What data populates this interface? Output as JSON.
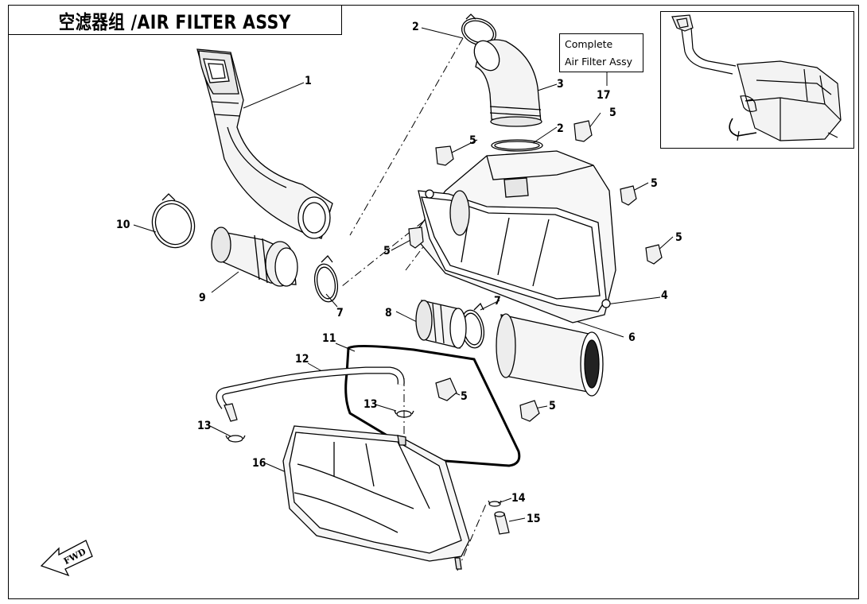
{
  "title": "空滤器组 /AIR FILTER ASSY",
  "note": {
    "line1": "Complete",
    "line2": "Air Filter Assy"
  },
  "fwd_label": "FWD",
  "callouts": {
    "c1": "1",
    "c2a": "2",
    "c2b": "2",
    "c3": "3",
    "c4": "4",
    "c5a": "5",
    "c5b": "5",
    "c5c": "5",
    "c5d": "5",
    "c5e": "5",
    "c5f": "5",
    "c5g": "5",
    "c6": "6",
    "c7a": "7",
    "c7b": "7",
    "c8": "8",
    "c9": "9",
    "c10": "10",
    "c11": "11",
    "c12": "12",
    "c13a": "13",
    "c13b": "13",
    "c14": "14",
    "c15": "15",
    "c16": "16",
    "c17": "17"
  }
}
